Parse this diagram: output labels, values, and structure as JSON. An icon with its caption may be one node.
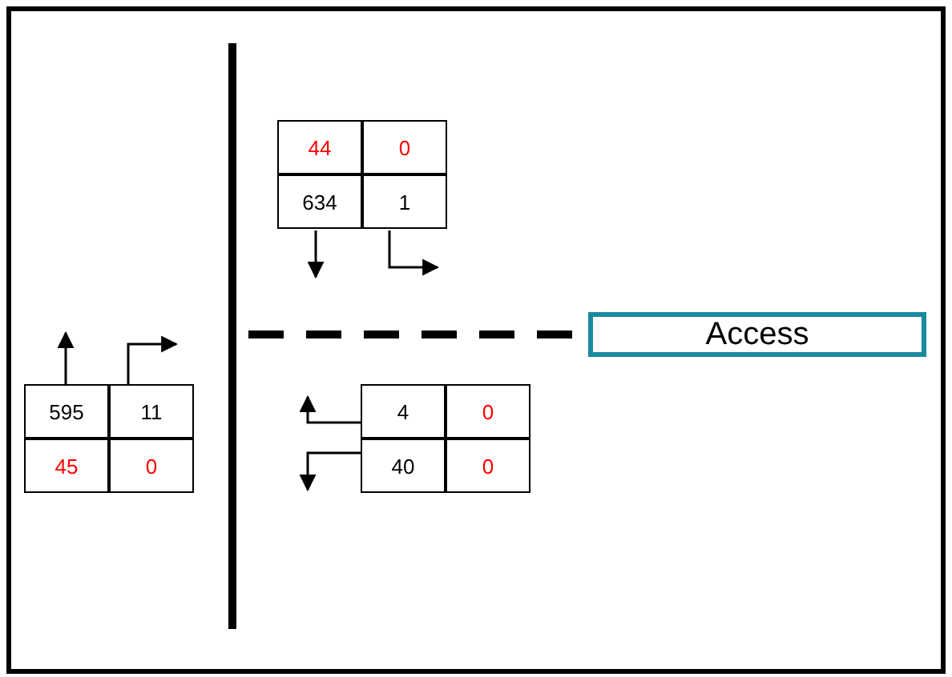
{
  "diagram": {
    "nodes": [
      {
        "text": [
          "Access"
        ]
      }
    ],
    "labels": [
      "44",
      "0",
      "634",
      "1",
      "595",
      "11",
      "45",
      "0",
      "4",
      "0",
      "40",
      "0"
    ]
  }
}
